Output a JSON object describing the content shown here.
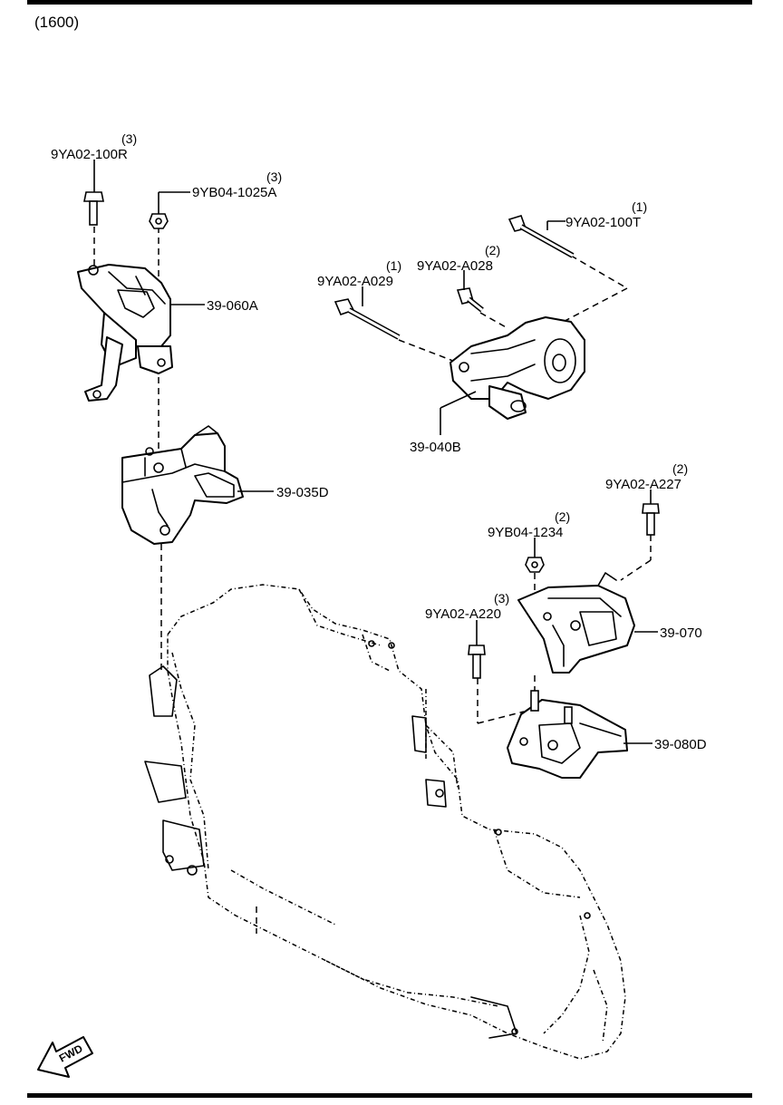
{
  "header": {
    "variant": "(1600)"
  },
  "callouts": [
    {
      "part": "9YA02-100R",
      "qty": "(3)"
    },
    {
      "part": "9YB04-1025A",
      "qty": "(3)"
    },
    {
      "part": "39-060A"
    },
    {
      "part": "9YA02-A029",
      "qty": "(1)"
    },
    {
      "part": "9YA02-A028",
      "qty": "(2)"
    },
    {
      "part": "9YA02-100T",
      "qty": "(1)"
    },
    {
      "part": "39-040B"
    },
    {
      "part": "39-035D"
    },
    {
      "part": "9YA02-A227",
      "qty": "(2)"
    },
    {
      "part": "9YB04-1234",
      "qty": "(2)"
    },
    {
      "part": "9YA02-A220",
      "qty": "(3)"
    },
    {
      "part": "39-070"
    },
    {
      "part": "39-080D"
    }
  ],
  "fwd_arrow": {
    "label": "FWD"
  }
}
